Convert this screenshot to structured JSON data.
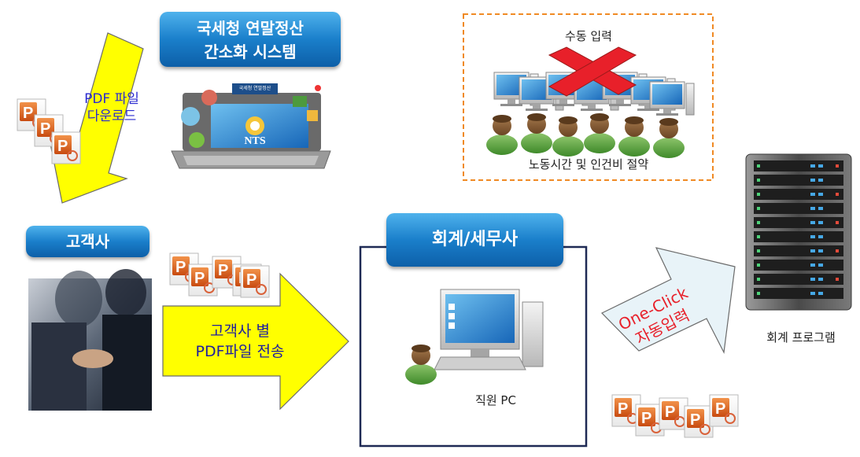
{
  "nts_box": {
    "line1": "국세청 연말정산",
    "line2": "간소화 시스템"
  },
  "nts_laptop": {
    "screen_text": "NTS",
    "banner_text": "국세청 연말정산"
  },
  "download_label": {
    "line1": "PDF 파일",
    "line2": "다운로드"
  },
  "customer_box": {
    "label": "고객사"
  },
  "transfer_arrow": {
    "line1": "고객사 별",
    "line2": "PDF파일 전송"
  },
  "manual_box": {
    "title": "수동 입력",
    "caption": "노동시간 및 인건비 절약"
  },
  "accounting_box": {
    "label": "회계/세무사",
    "pc_caption": "직원 PC"
  },
  "auto_arrow": {
    "line1": "One-Click",
    "line2": "자동입력"
  },
  "server": {
    "caption": "회계 프로그램"
  },
  "colors": {
    "blue_btn": "#1a7fcb",
    "arrow_yellow": "#ffff00",
    "arrow_light": "#e8f3f8",
    "cross_red": "#e8202a",
    "dashed_orange": "#f08a24",
    "frame_navy": "#1f2a55"
  }
}
